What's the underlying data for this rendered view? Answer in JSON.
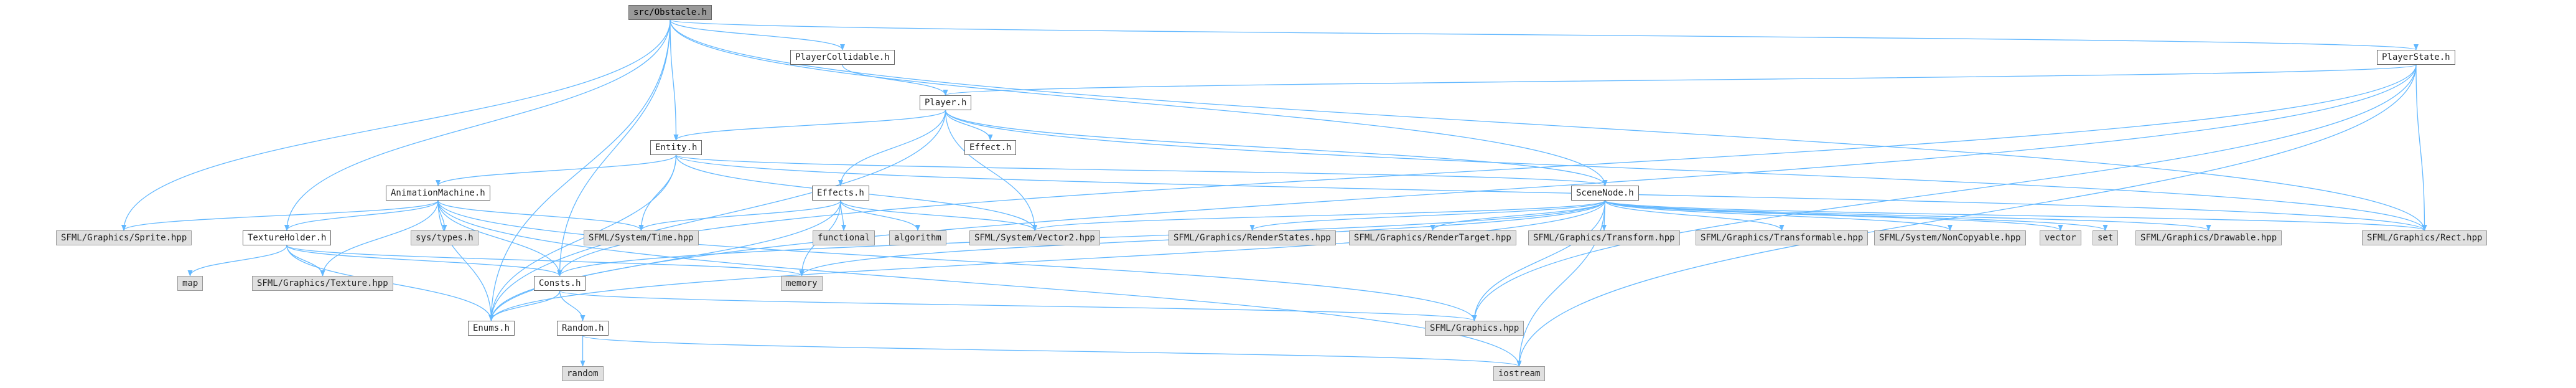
{
  "diagram": {
    "type": "include-dependency-graph",
    "colors": {
      "edge": "#63b8ff",
      "node_system": "#e0e0e0",
      "node_local": "#ffffff",
      "node_focus": "#999999"
    },
    "nodes": [
      {
        "id": "obstacle",
        "label": "src/Obstacle.h",
        "kind": "focus"
      },
      {
        "id": "playercollidable",
        "label": "PlayerCollidable.h",
        "kind": "local"
      },
      {
        "id": "playerstate",
        "label": "PlayerState.h",
        "kind": "local"
      },
      {
        "id": "player",
        "label": "Player.h",
        "kind": "local"
      },
      {
        "id": "entity",
        "label": "Entity.h",
        "kind": "local"
      },
      {
        "id": "effect",
        "label": "Effect.h",
        "kind": "local"
      },
      {
        "id": "animationmachine",
        "label": "AnimationMachine.h",
        "kind": "local"
      },
      {
        "id": "effects",
        "label": "Effects.h",
        "kind": "local"
      },
      {
        "id": "scenenode",
        "label": "SceneNode.h",
        "kind": "local"
      },
      {
        "id": "sprite",
        "label": "SFML/Graphics/Sprite.hpp",
        "kind": "system"
      },
      {
        "id": "textureholder",
        "label": "TextureHolder.h",
        "kind": "local"
      },
      {
        "id": "systypes",
        "label": "sys/types.h",
        "kind": "system"
      },
      {
        "id": "time",
        "label": "SFML/System/Time.hpp",
        "kind": "system"
      },
      {
        "id": "functional",
        "label": "functional",
        "kind": "system"
      },
      {
        "id": "algorithm",
        "label": "algorithm",
        "kind": "system"
      },
      {
        "id": "vector2",
        "label": "SFML/System/Vector2.hpp",
        "kind": "system"
      },
      {
        "id": "renderstates",
        "label": "SFML/Graphics/RenderStates.hpp",
        "kind": "system"
      },
      {
        "id": "rendertarget",
        "label": "SFML/Graphics/RenderTarget.hpp",
        "kind": "system"
      },
      {
        "id": "transform",
        "label": "SFML/Graphics/Transform.hpp",
        "kind": "system"
      },
      {
        "id": "transformable",
        "label": "SFML/Graphics/Transformable.hpp",
        "kind": "system"
      },
      {
        "id": "noncopyable",
        "label": "SFML/System/NonCopyable.hpp",
        "kind": "system"
      },
      {
        "id": "vector",
        "label": "vector",
        "kind": "system"
      },
      {
        "id": "set",
        "label": "set",
        "kind": "system"
      },
      {
        "id": "drawable",
        "label": "SFML/Graphics/Drawable.hpp",
        "kind": "system"
      },
      {
        "id": "rect",
        "label": "SFML/Graphics/Rect.hpp",
        "kind": "system"
      },
      {
        "id": "map",
        "label": "map",
        "kind": "system"
      },
      {
        "id": "texture",
        "label": "SFML/Graphics/Texture.hpp",
        "kind": "system"
      },
      {
        "id": "memory",
        "label": "memory",
        "kind": "system"
      },
      {
        "id": "consts",
        "label": "Consts.h",
        "kind": "local"
      },
      {
        "id": "enums",
        "label": "Enums.h",
        "kind": "local"
      },
      {
        "id": "random",
        "label": "Random.h",
        "kind": "local"
      },
      {
        "id": "graphics",
        "label": "SFML/Graphics.hpp",
        "kind": "system"
      },
      {
        "id": "random_std",
        "label": "random",
        "kind": "system"
      },
      {
        "id": "iostream",
        "label": "iostream",
        "kind": "system"
      }
    ],
    "edges": [
      [
        "obstacle",
        "playercollidable"
      ],
      [
        "obstacle",
        "playerstate"
      ],
      [
        "obstacle",
        "entity"
      ],
      [
        "obstacle",
        "sprite"
      ],
      [
        "obstacle",
        "textureholder"
      ],
      [
        "obstacle",
        "consts"
      ],
      [
        "obstacle",
        "enums"
      ],
      [
        "obstacle",
        "scenenode"
      ],
      [
        "obstacle",
        "rect"
      ],
      [
        "playercollidable",
        "player"
      ],
      [
        "playerstate",
        "player"
      ],
      [
        "playerstate",
        "rect"
      ],
      [
        "playerstate",
        "consts"
      ],
      [
        "playerstate",
        "graphics"
      ],
      [
        "playerstate",
        "iostream"
      ],
      [
        "playerstate",
        "enums"
      ],
      [
        "player",
        "entity"
      ],
      [
        "player",
        "effect"
      ],
      [
        "player",
        "effects"
      ],
      [
        "player",
        "scenenode"
      ],
      [
        "player",
        "vector2"
      ],
      [
        "player",
        "rect"
      ],
      [
        "player",
        "enums"
      ],
      [
        "entity",
        "animationmachine"
      ],
      [
        "entity",
        "scenenode"
      ],
      [
        "entity",
        "time"
      ],
      [
        "entity",
        "vector2"
      ],
      [
        "entity",
        "enums"
      ],
      [
        "entity",
        "rect"
      ],
      [
        "animationmachine",
        "sprite"
      ],
      [
        "animationmachine",
        "textureholder"
      ],
      [
        "animationmachine",
        "systypes"
      ],
      [
        "animationmachine",
        "time"
      ],
      [
        "animationmachine",
        "texture"
      ],
      [
        "animationmachine",
        "consts"
      ],
      [
        "animationmachine",
        "enums"
      ],
      [
        "animationmachine",
        "graphics"
      ],
      [
        "animationmachine",
        "iostream"
      ],
      [
        "effects",
        "time"
      ],
      [
        "effects",
        "functional"
      ],
      [
        "effects",
        "algorithm"
      ],
      [
        "effects",
        "vector2"
      ],
      [
        "effects",
        "memory"
      ],
      [
        "effects",
        "enums"
      ],
      [
        "scenenode",
        "vector2"
      ],
      [
        "scenenode",
        "renderstates"
      ],
      [
        "scenenode",
        "rendertarget"
      ],
      [
        "scenenode",
        "transform"
      ],
      [
        "scenenode",
        "transformable"
      ],
      [
        "scenenode",
        "noncopyable"
      ],
      [
        "scenenode",
        "vector"
      ],
      [
        "scenenode",
        "set"
      ],
      [
        "scenenode",
        "drawable"
      ],
      [
        "scenenode",
        "rect"
      ],
      [
        "scenenode",
        "memory"
      ],
      [
        "scenenode",
        "consts"
      ],
      [
        "scenenode",
        "graphics"
      ],
      [
        "scenenode",
        "enums"
      ],
      [
        "scenenode",
        "iostream"
      ],
      [
        "textureholder",
        "map"
      ],
      [
        "textureholder",
        "texture"
      ],
      [
        "textureholder",
        "memory"
      ],
      [
        "textureholder",
        "enums"
      ],
      [
        "textureholder",
        "consts"
      ],
      [
        "consts",
        "enums"
      ],
      [
        "consts",
        "random"
      ],
      [
        "consts",
        "graphics"
      ],
      [
        "random",
        "random_std"
      ],
      [
        "random",
        "iostream"
      ]
    ]
  }
}
